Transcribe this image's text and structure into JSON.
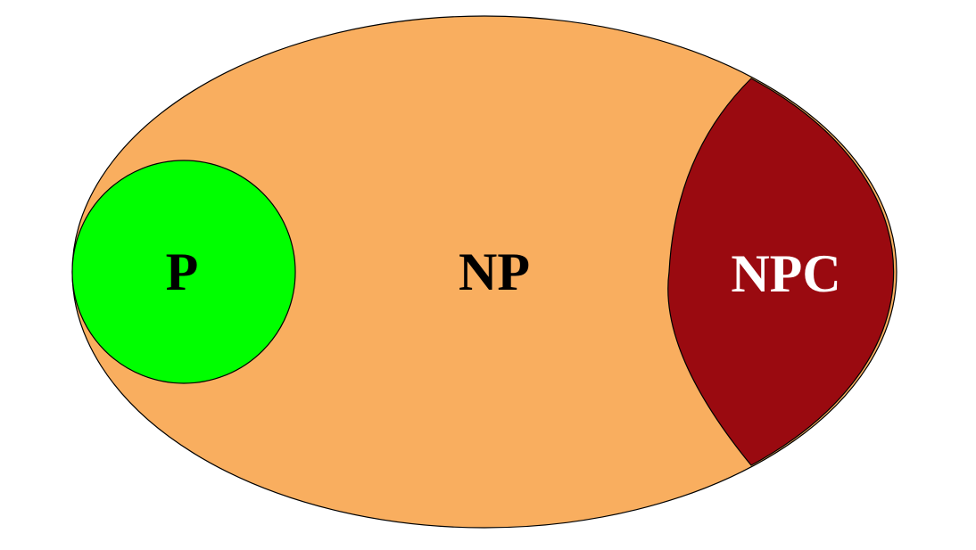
{
  "diagram": {
    "regions": {
      "np": {
        "label": "NP",
        "fill": "#f9ae5f",
        "label_color": "#000000"
      },
      "p": {
        "label": "P",
        "fill": "#00ff00",
        "label_color": "#000000"
      },
      "npc": {
        "label": "NPC",
        "fill": "#9a0a10",
        "label_color": "#ffffff"
      }
    },
    "outline_color": "#000000"
  }
}
